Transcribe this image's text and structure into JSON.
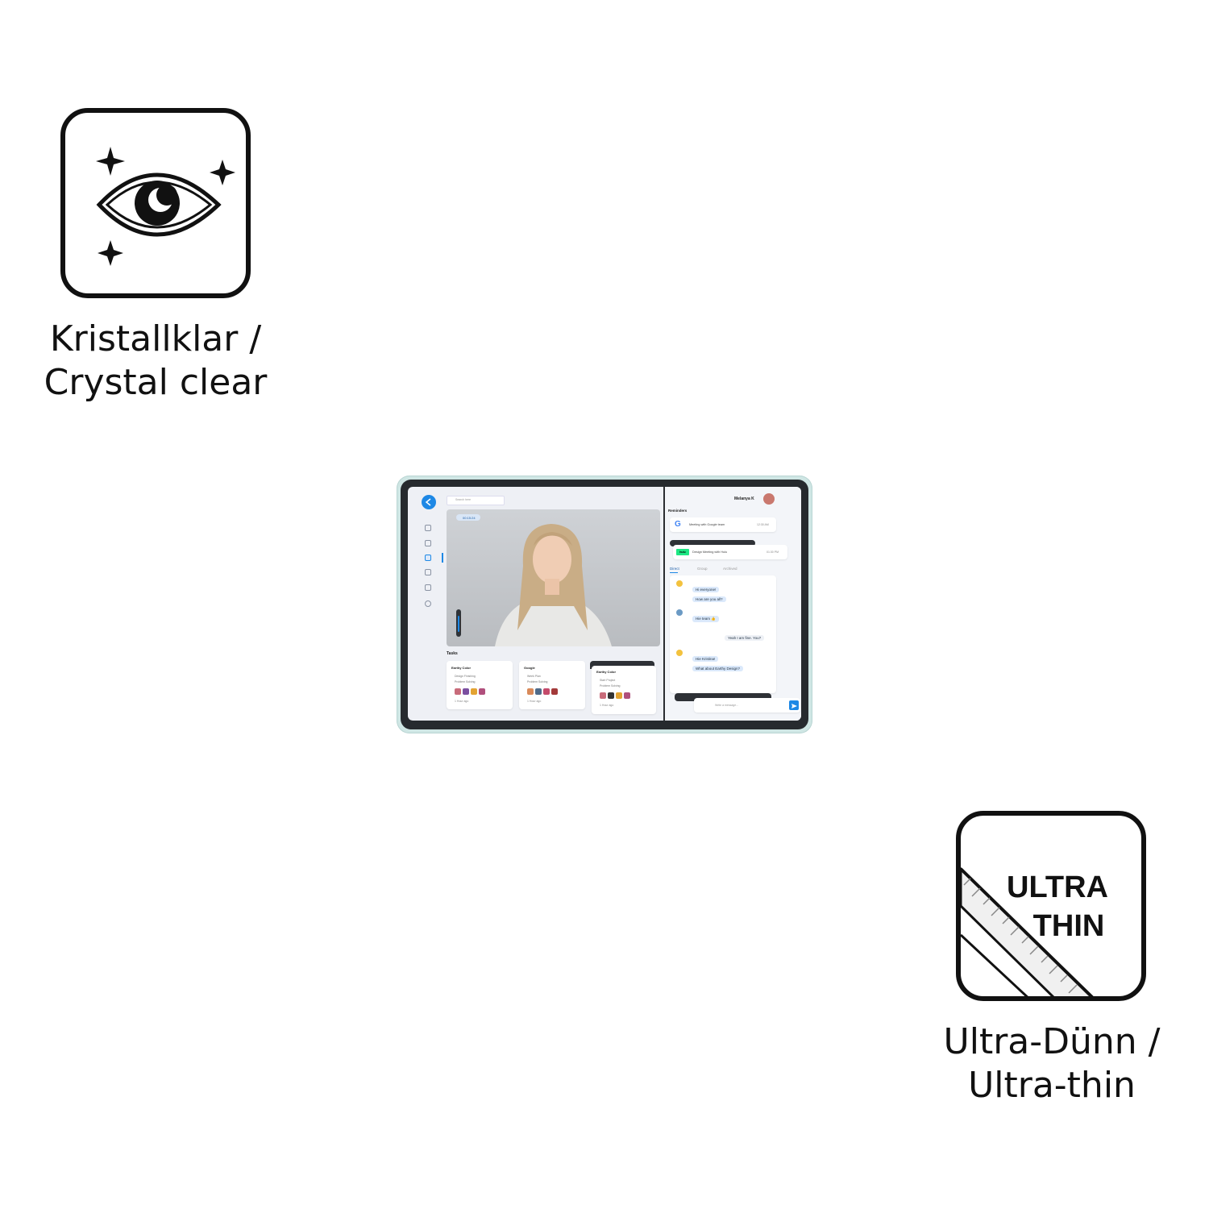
{
  "features": {
    "crystal_clear": {
      "icon": "eye-sparkle-icon",
      "line1": "Kristallklar /",
      "line2": "Crystal clear"
    },
    "ultra_thin": {
      "icon": "ruler-layer-icon",
      "badge_line1": "ULTRA",
      "badge_line2": "THIN",
      "line1": "Ultra-Dünn /",
      "line2": "Ultra-thin"
    }
  },
  "tablet_screen": {
    "search_placeholder": "Search here",
    "call_timer": "00:15:24",
    "user_name": "Melanya K",
    "reminders_title": "Reminders",
    "reminders": [
      {
        "text": "Meeting with Google team",
        "time": "12:30 AM"
      },
      {
        "text": "Design Meeting with Hulu",
        "time": "01:30 PM"
      }
    ],
    "chat_tabs": [
      "Direct",
      "Group",
      "Archived"
    ],
    "messages": [
      {
        "text": "Hi everyone!"
      },
      {
        "text": "How are you all?"
      },
      {
        "text": "Hie team 👍"
      },
      {
        "text": "Yeah I am fine. You?"
      },
      {
        "text": "Hie Kristina!"
      },
      {
        "text": "What about Earthy Design?"
      }
    ],
    "message_placeholder": "Write a message...",
    "tasks_title": "Tasks",
    "task_cards": [
      {
        "title": "Earthy Color",
        "item1": "Design Finishing",
        "item2": "Problem Solving",
        "time": "1 Hour ago"
      },
      {
        "title": "Google",
        "item1": "Week Plan",
        "item2": "Problem Solving",
        "time": "1 Hour ago"
      },
      {
        "title": "Earthy Color",
        "item1": "Start Project",
        "item2": "Problem Solving",
        "time": "1 Hour ago"
      }
    ]
  },
  "colors": {
    "ink": "#111111",
    "accent_blue": "#1e88e5",
    "end_call_red": "#e53935"
  }
}
